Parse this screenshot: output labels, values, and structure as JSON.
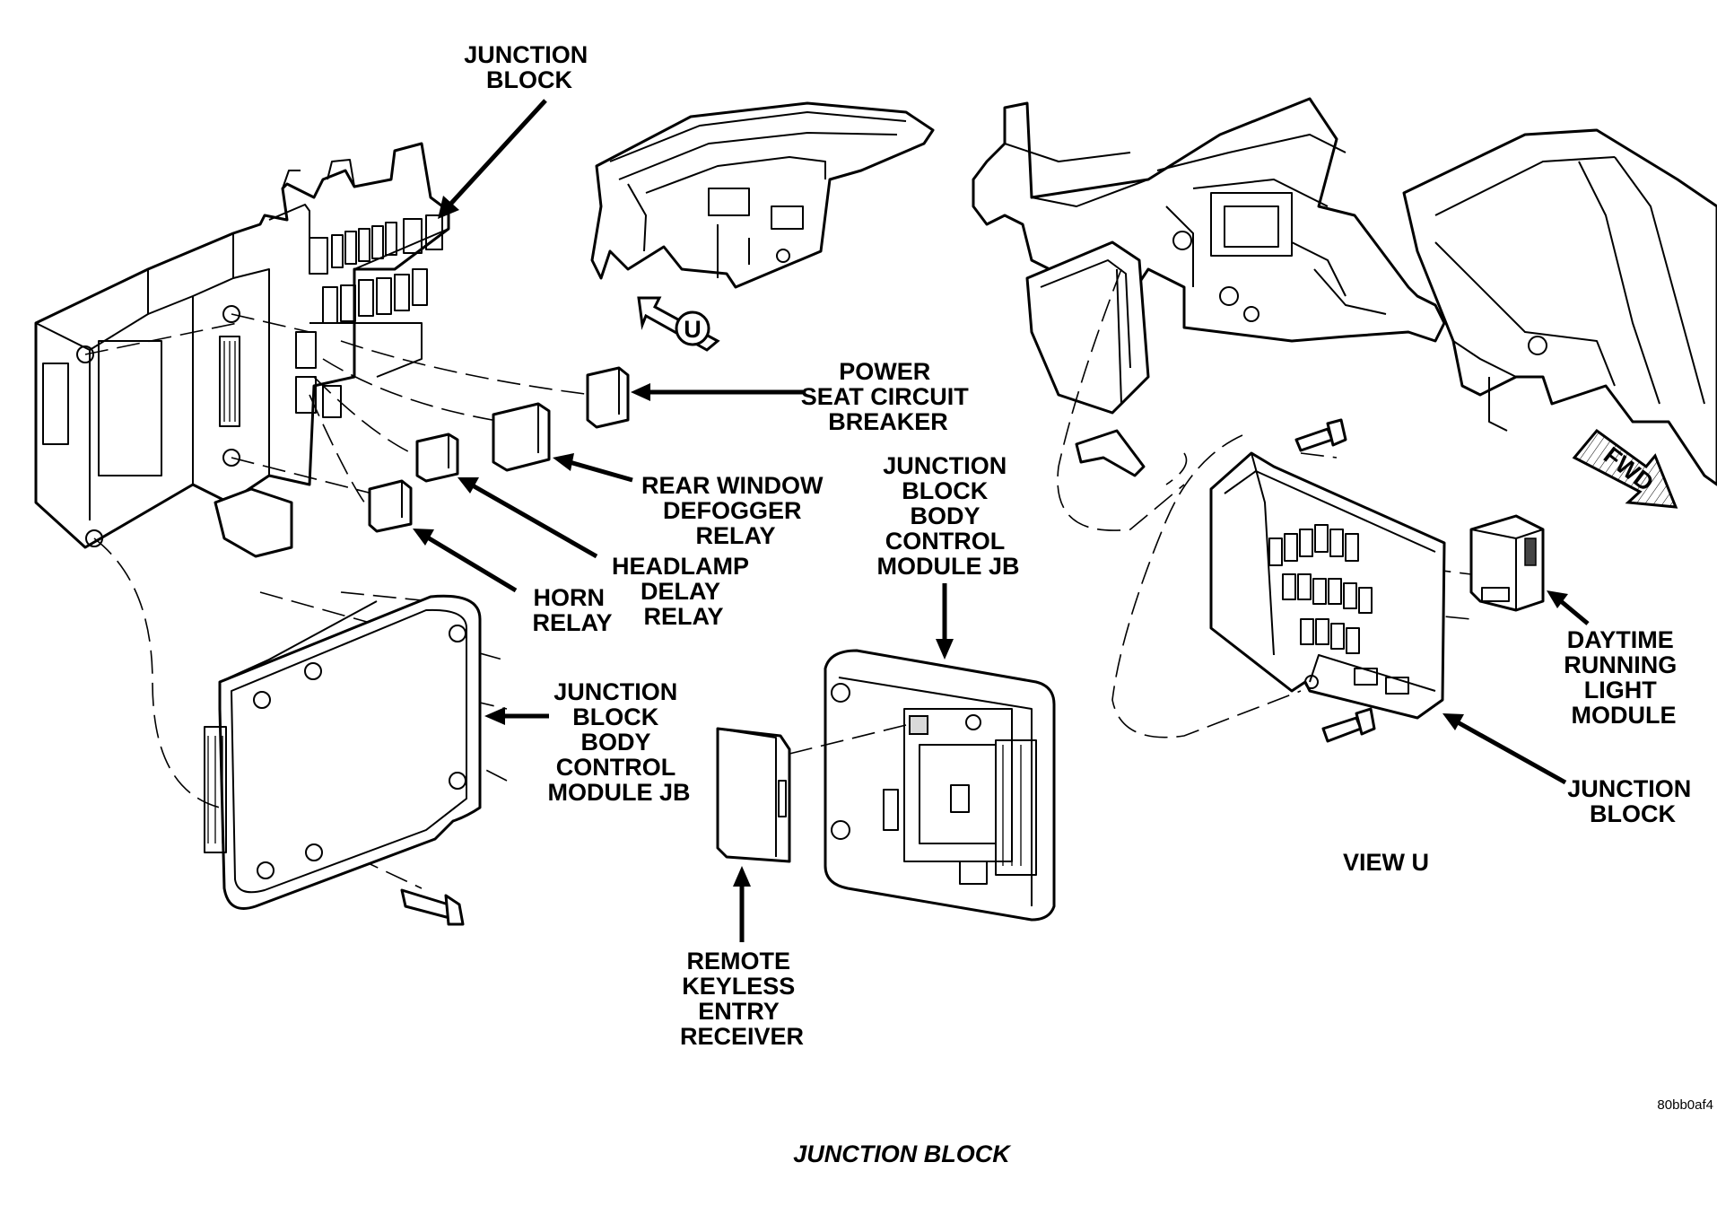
{
  "labels": {
    "junction_block_top": [
      "JUNCTION",
      "BLOCK"
    ],
    "power_seat": [
      "POWER",
      "SEAT CIRCUIT",
      "BREAKER"
    ],
    "rear_window": [
      "REAR WINDOW",
      "DEFOGGER",
      "RELAY"
    ],
    "headlamp": [
      "HEADLAMP",
      "DELAY",
      "RELAY"
    ],
    "horn": [
      "HORN",
      "RELAY"
    ],
    "jb_bcm_left": [
      "JUNCTION",
      "BLOCK",
      "BODY",
      "CONTROL",
      "MODULE JB"
    ],
    "jb_bcm_center": [
      "JUNCTION",
      "BLOCK",
      "BODY",
      "CONTROL",
      "MODULE JB"
    ],
    "remote_keyless": [
      "REMOTE",
      "KEYLESS",
      "ENTRY",
      "RECEIVER"
    ],
    "daytime_running": [
      "DAYTIME",
      "RUNNING",
      "LIGHT",
      "MODULE"
    ],
    "junction_block_right": [
      "JUNCTION",
      "BLOCK"
    ]
  },
  "view_marker": "U",
  "fwd_marker": "FWD",
  "view_label": "VIEW U",
  "figure_code": "80bb0af4",
  "caption": "JUNCTION BLOCK"
}
